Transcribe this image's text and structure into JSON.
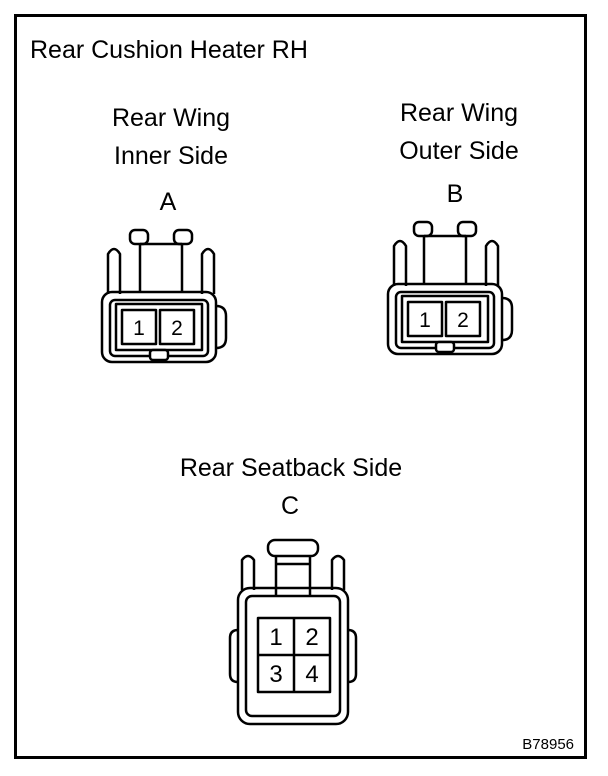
{
  "title": "Rear Cushion Heater RH",
  "connectors": [
    {
      "name_lines": [
        "Rear Wing",
        "Inner Side"
      ],
      "letter": "A",
      "pins": [
        "1",
        "2"
      ]
    },
    {
      "name_lines": [
        "Rear Wing",
        "Outer Side"
      ],
      "letter": "B",
      "pins": [
        "1",
        "2"
      ]
    },
    {
      "name_lines": [
        "Rear Seatback Side"
      ],
      "letter": "C",
      "pins": [
        "1",
        "2",
        "3",
        "4"
      ]
    }
  ],
  "figure_code": "B78956"
}
